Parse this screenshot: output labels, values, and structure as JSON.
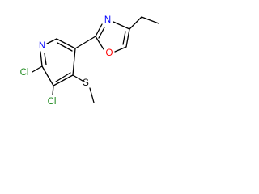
{
  "molecule": {
    "atoms": {
      "n_pyridine": "N",
      "cl_top": "Cl",
      "cl_bottom": "Cl",
      "s": "S",
      "n_oxazole": "N",
      "o_oxazole": "O"
    },
    "colors": {
      "chlorine": "#1f8a1f",
      "nitrogen": "#0000ff",
      "oxygen": "#ff0000",
      "sulfur": "#000000",
      "bond": "#000000"
    }
  }
}
